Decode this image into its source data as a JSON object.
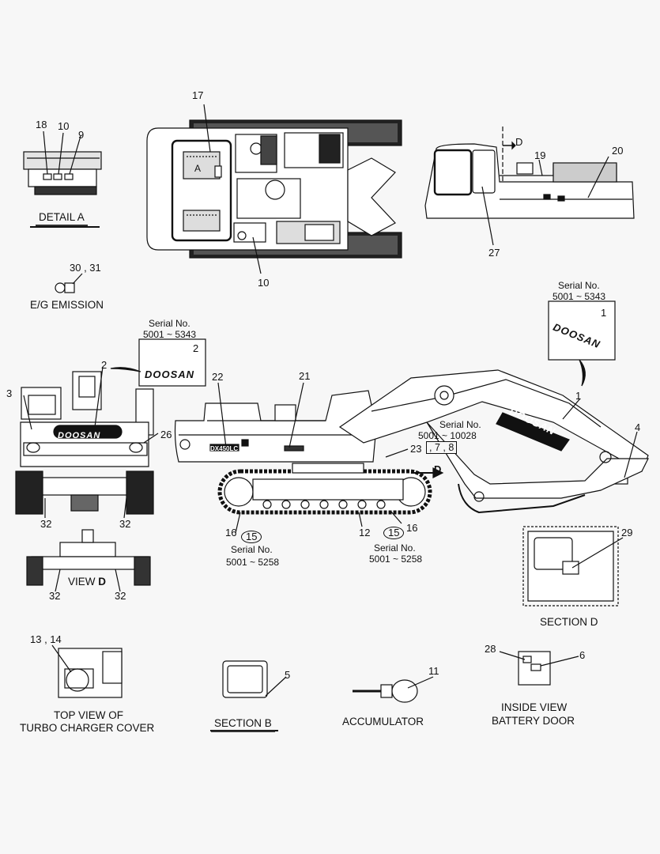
{
  "labels": {
    "detail_a": {
      "n18": "18",
      "n10": "10",
      "n9": "9",
      "caption": "DETAIL   A"
    },
    "top_view": {
      "n17": "17",
      "n10b": "10",
      "a_mark": "A"
    },
    "side_view": {
      "d_mark": "D",
      "n19": "19",
      "n20": "20",
      "n27": "27"
    },
    "emission": {
      "n30_31": "30 , 31",
      "caption": "E/G EMISSION"
    },
    "decal_left": {
      "serial_title": "Serial No.",
      "serial_range": "5001 ~ 5343",
      "n2a": "2",
      "n2b": "2",
      "n3": "3",
      "n26": "26",
      "brand": "DOOSAN"
    },
    "decal_right": {
      "serial_title": "Serial No.",
      "serial_range": "5001 ~ 5343",
      "n1a": "1",
      "n1b": "1",
      "brand": "DOOSAN"
    },
    "machine": {
      "n22": "22",
      "n21": "21",
      "n23": "23",
      "boxed_7_8": ", 7 , 8",
      "serial_title_mid": "Serial No.",
      "serial_mid_range": "5001 ~ 10028",
      "n4": "4",
      "d_arrow": "D",
      "n16a": "16",
      "n15a": "15",
      "serial_title_l": "Serial No.",
      "serial_l": "5001 ~ 5258",
      "n12": "12",
      "n15b": "15",
      "n16b": "16",
      "serial_title_r": "Serial No.",
      "serial_r": "5001 ~ 5258",
      "model": "DX450LC"
    },
    "rear_view": {
      "n32a": "32",
      "n32b": "32"
    },
    "view_d": {
      "title": "VIEW",
      "title_bold": "D",
      "n32c": "32",
      "n32d": "32"
    },
    "section_d": {
      "n29": "29",
      "caption": "SECTION   D"
    },
    "turbo": {
      "n13_14": "13 , 14",
      "caption_line1": "TOP VIEW OF",
      "caption_line2": "TURBO CHARGER COVER"
    },
    "section_b": {
      "n5": "5",
      "caption": "SECTION   B"
    },
    "accumulator": {
      "n11": "11",
      "caption": "ACCUMULATOR"
    },
    "battery_door": {
      "n28": "28",
      "n6": "6",
      "caption_line1": "INSIDE VIEW",
      "caption_line2": "BATTERY DOOR"
    }
  }
}
